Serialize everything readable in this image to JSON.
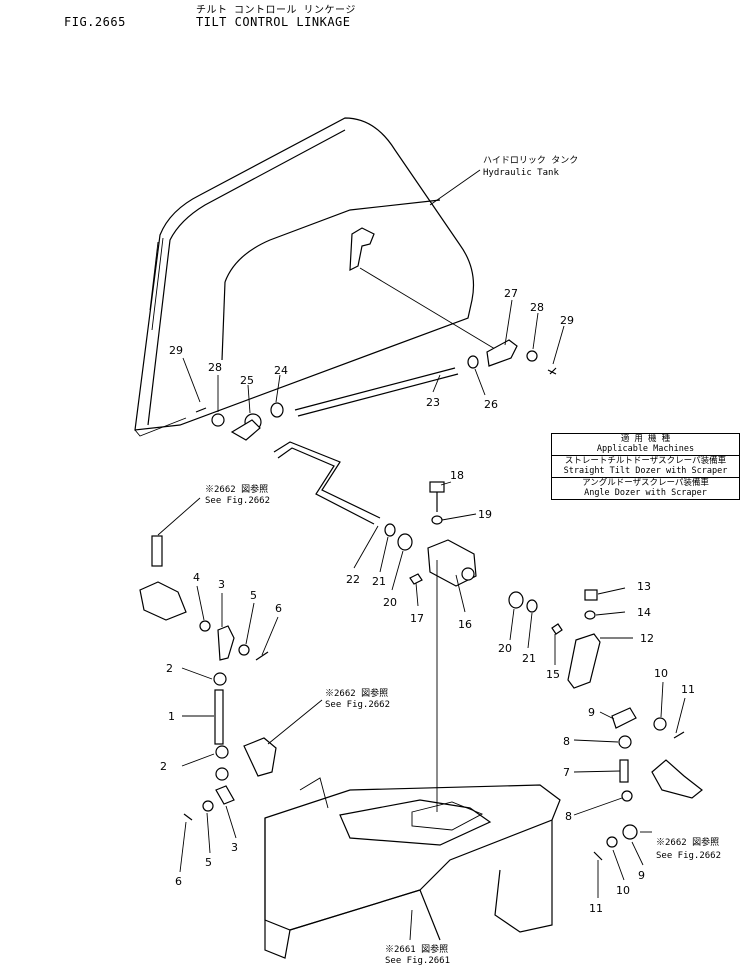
{
  "header": {
    "fig_no": "FIG.2665",
    "title_jp": "チルト コントロール リンケージ",
    "title_en": "TILT CONTROL LINKAGE"
  },
  "callouts": {
    "tank_jp": "ハイドロリック タンク",
    "tank_en": "Hydraulic Tank",
    "ref2662_a_jp": "※2662 図参照",
    "ref2662_a_en": "See Fig.2662",
    "ref2662_b_jp": "※2662 図参照",
    "ref2662_b_en": "See Fig.2662",
    "ref2662_c_jp": "※2662 図参照",
    "ref2662_c_en": "See Fig.2662",
    "ref2661_jp": "※2661 図参照",
    "ref2661_en": "See Fig.2661"
  },
  "applicable_machines": {
    "header_jp": "適 用 機 種",
    "header_en": "Applicable Machines",
    "rows": [
      {
        "jp": "ストレートチルトドーザスクレーパ装備車",
        "en": "Straight Tilt Dozer with Scraper"
      },
      {
        "jp": "アングルドーザスクレーパ装備車",
        "en": "Angle Dozer with Scraper"
      }
    ]
  },
  "part_numbers": {
    "n1": "1",
    "n2a": "2",
    "n2b": "2",
    "n3a": "3",
    "n3b": "3",
    "n4": "4",
    "n5a": "5",
    "n5b": "5",
    "n6a": "6",
    "n6b": "6",
    "n7": "7",
    "n8a": "8",
    "n8b": "8",
    "n9a": "9",
    "n9b": "9",
    "n10a": "10",
    "n10b": "10",
    "n11a": "11",
    "n11b": "11",
    "n12": "12",
    "n13": "13",
    "n14": "14",
    "n15": "15",
    "n16": "16",
    "n17": "17",
    "n18": "18",
    "n19": "19",
    "n20a": "20",
    "n20b": "20",
    "n21a": "21",
    "n21b": "21",
    "n22": "22",
    "n23": "23",
    "n24": "24",
    "n25": "25",
    "n26": "26",
    "n27": "27",
    "n28a": "28",
    "n28b": "28",
    "n29a": "29",
    "n29b": "29"
  }
}
